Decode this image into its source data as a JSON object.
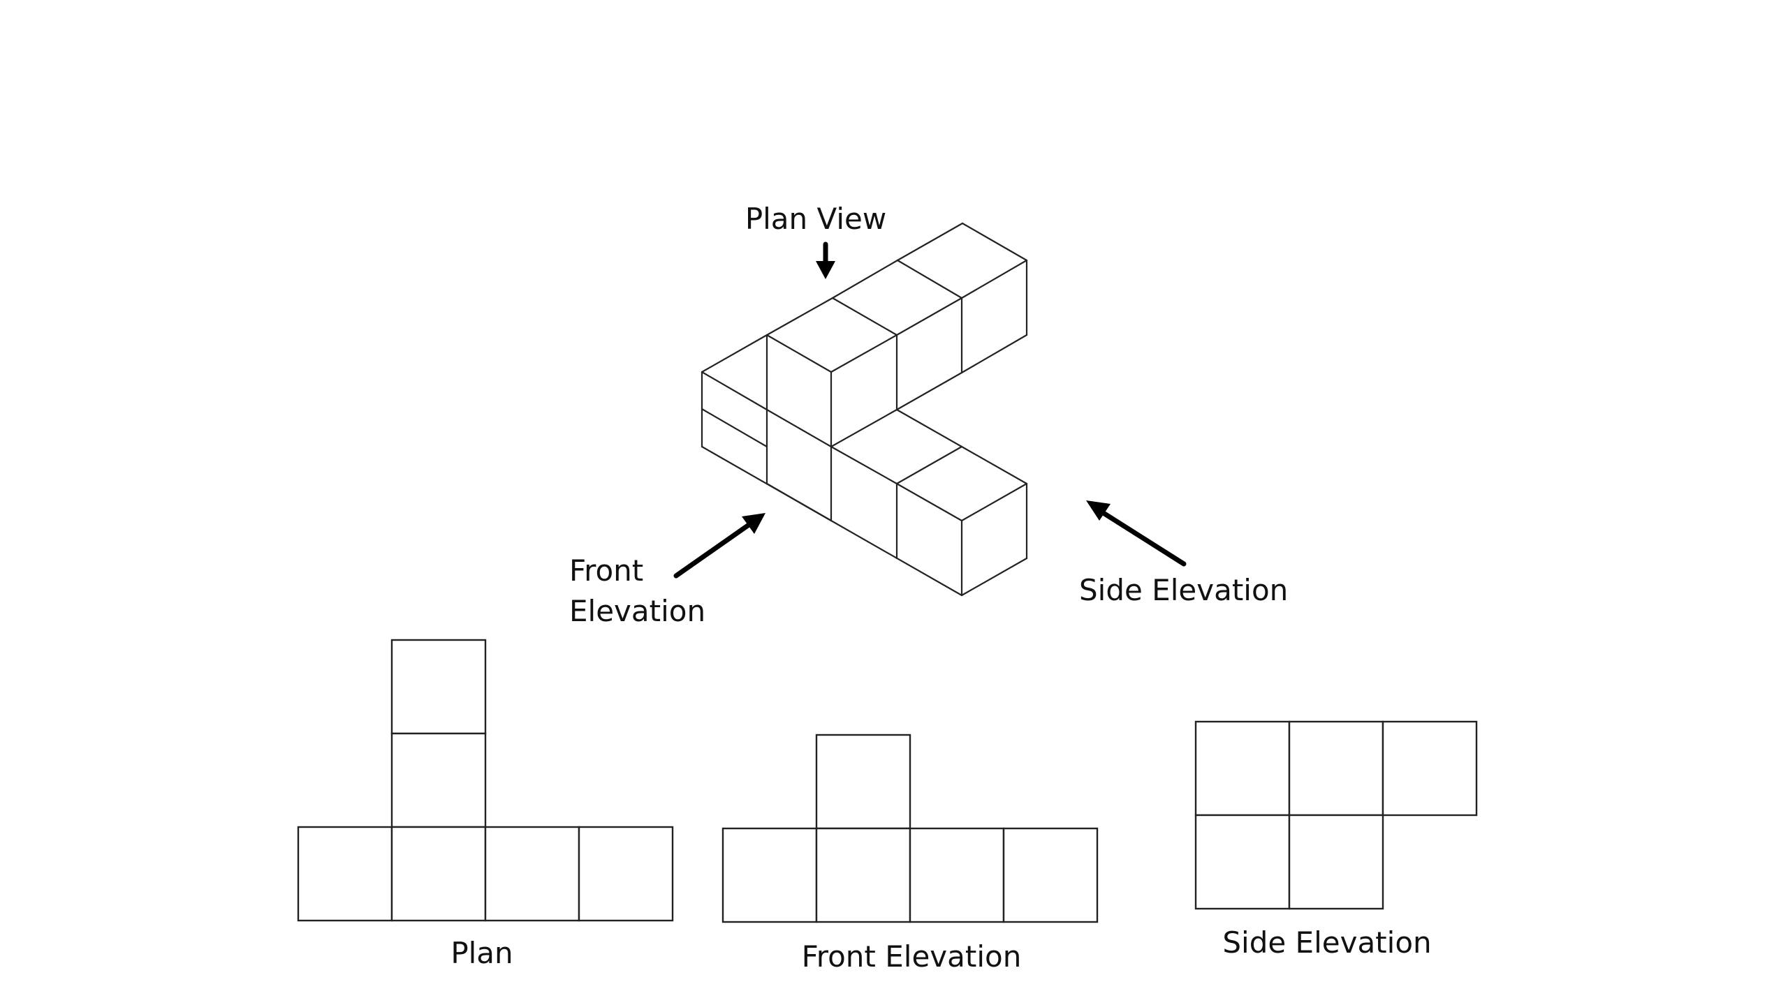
{
  "isometric": {
    "labels": {
      "plan_view": "Plan View",
      "front_elevation_line1": "Front",
      "front_elevation_line2": "Elevation",
      "side_elevation": "Side Elevation"
    }
  },
  "views": {
    "plan": {
      "caption": "Plan",
      "cells": [
        [
          1,
          0
        ],
        [
          1,
          1
        ],
        [
          0,
          2
        ],
        [
          1,
          2
        ],
        [
          2,
          2
        ],
        [
          3,
          2
        ]
      ]
    },
    "front": {
      "caption": "Front Elevation",
      "cells": [
        [
          1,
          0
        ],
        [
          0,
          1
        ],
        [
          1,
          1
        ],
        [
          2,
          1
        ],
        [
          3,
          1
        ]
      ]
    },
    "side": {
      "caption": "Side Elevation",
      "cells": [
        [
          0,
          0
        ],
        [
          1,
          0
        ],
        [
          2,
          0
        ],
        [
          0,
          1
        ],
        [
          1,
          1
        ]
      ]
    }
  },
  "colors": {
    "line": "#222222",
    "arrow": "#000000",
    "background": "#ffffff"
  }
}
